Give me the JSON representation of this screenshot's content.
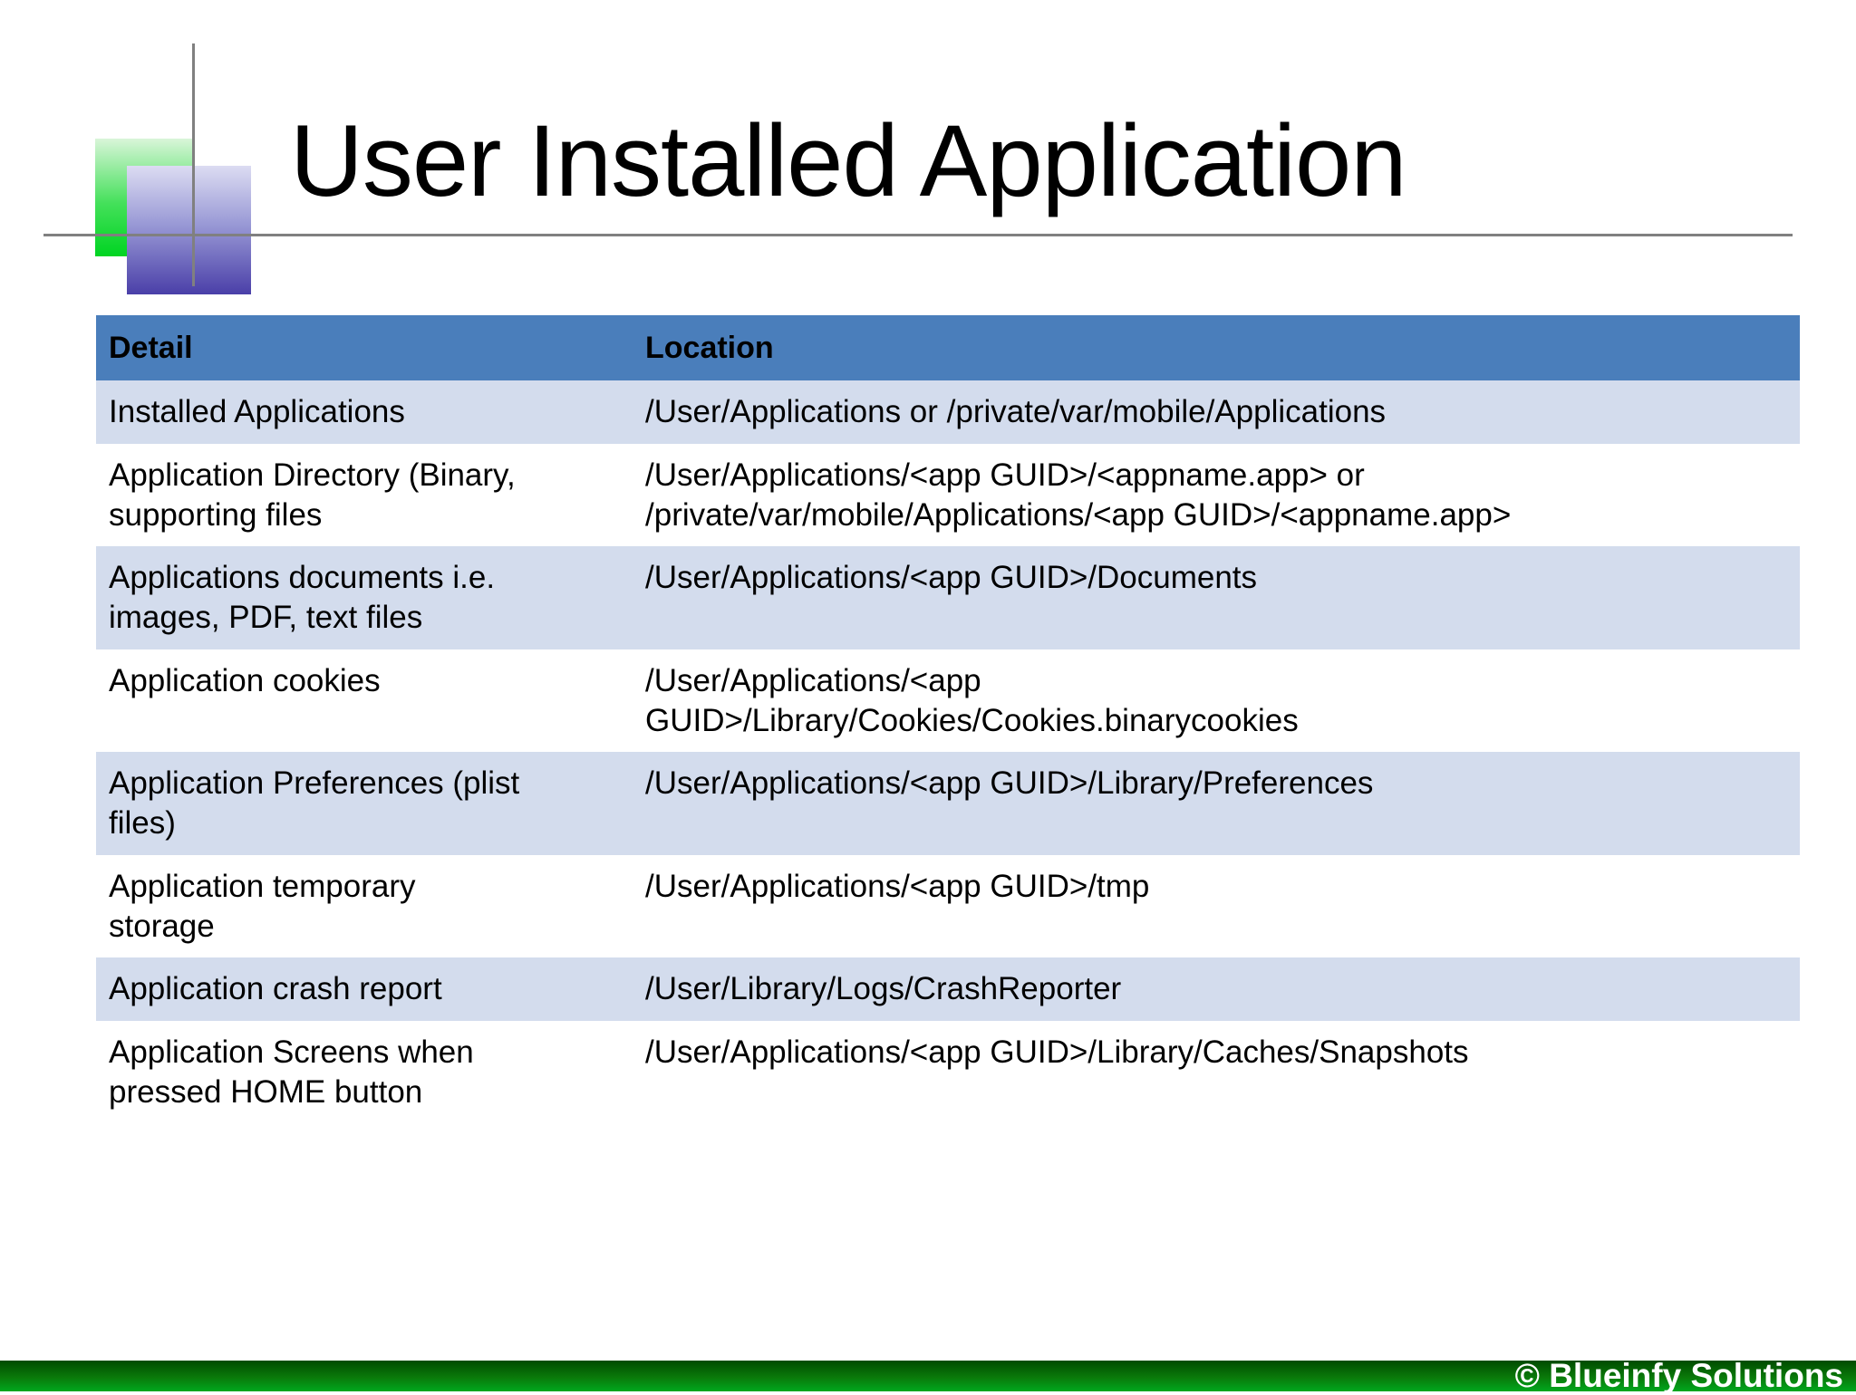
{
  "slide": {
    "title": "User Installed Application",
    "footer": "© Blueinfy Solutions",
    "colors": {
      "header_blue": "#4a7ebb",
      "row_shade": "#d3dced",
      "rule_gray": "#808080",
      "footer_green_dark": "#004b00",
      "footer_green_light": "#00a81e",
      "logo_green": "#00d422",
      "logo_blue": "#4a3fa8"
    }
  },
  "table": {
    "columns": [
      "Detail",
      "Location"
    ],
    "rows": [
      {
        "detail": [
          "Installed Applications"
        ],
        "location": [
          "/User/Applications or /private/var/mobile/Applications"
        ],
        "shaded": true
      },
      {
        "detail": [
          "Application Directory (Binary,",
          "supporting files"
        ],
        "location": [
          "/User/Applications/<app GUID>/<appname.app> or",
          "/private/var/mobile/Applications/<app GUID>/<appname.app>"
        ],
        "shaded": false
      },
      {
        "detail": [
          "Applications documents i.e.",
          "images, PDF, text files"
        ],
        "location": [
          "/User/Applications/<app GUID>/Documents"
        ],
        "shaded": true
      },
      {
        "detail": [
          "Application cookies"
        ],
        "location": [
          "/User/Applications/<app",
          "GUID>/Library/Cookies/Cookies.binarycookies"
        ],
        "shaded": false
      },
      {
        "detail": [
          "Application Preferences (plist",
          "files)"
        ],
        "location": [
          "/User/Applications/<app GUID>/Library/Preferences"
        ],
        "shaded": true
      },
      {
        "detail": [
          "Application temporary",
          "storage"
        ],
        "location": [
          "/User/Applications/<app GUID>/tmp"
        ],
        "shaded": false
      },
      {
        "detail": [
          "Application crash report"
        ],
        "location": [
          "/User/Library/Logs/CrashReporter"
        ],
        "shaded": true
      },
      {
        "detail": [
          "Application Screens when",
          "pressed HOME button"
        ],
        "location": [
          "/User/Applications/<app GUID>/Library/Caches/Snapshots"
        ],
        "shaded": false
      }
    ]
  }
}
